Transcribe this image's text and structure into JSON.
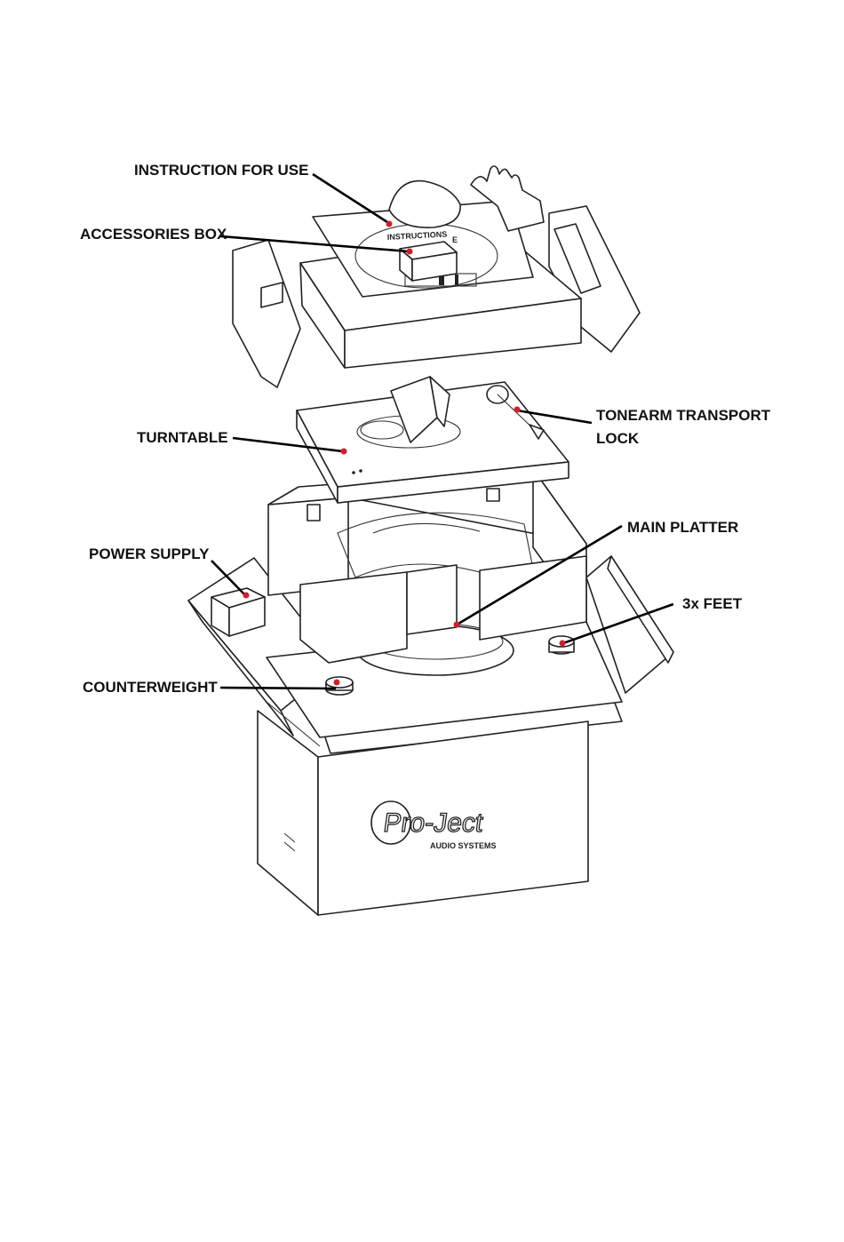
{
  "labels": {
    "instruction": "INSTRUCTION FOR USE",
    "accessories": "ACCESSORIES BOX",
    "tonearm_line1": "TONEARM TRANSPORT",
    "tonearm_line2": "LOCK",
    "turntable": "TURNTABLE",
    "main_platter": "MAIN PLATTER",
    "power_supply": "POWER SUPPLY",
    "feet": "3x FEET",
    "counterweight": "COUNTERWEIGHT"
  },
  "printed_on_parts": {
    "manual_sheet": "INSTRUCTIONS",
    "manual_sheet_partial": "E"
  },
  "box_logo": {
    "brand": "Pro-Ject",
    "tagline": "AUDIO SYSTEMS"
  },
  "colors": {
    "marker": "#d0202a",
    "leader": "#000000",
    "outline": "#222222"
  }
}
